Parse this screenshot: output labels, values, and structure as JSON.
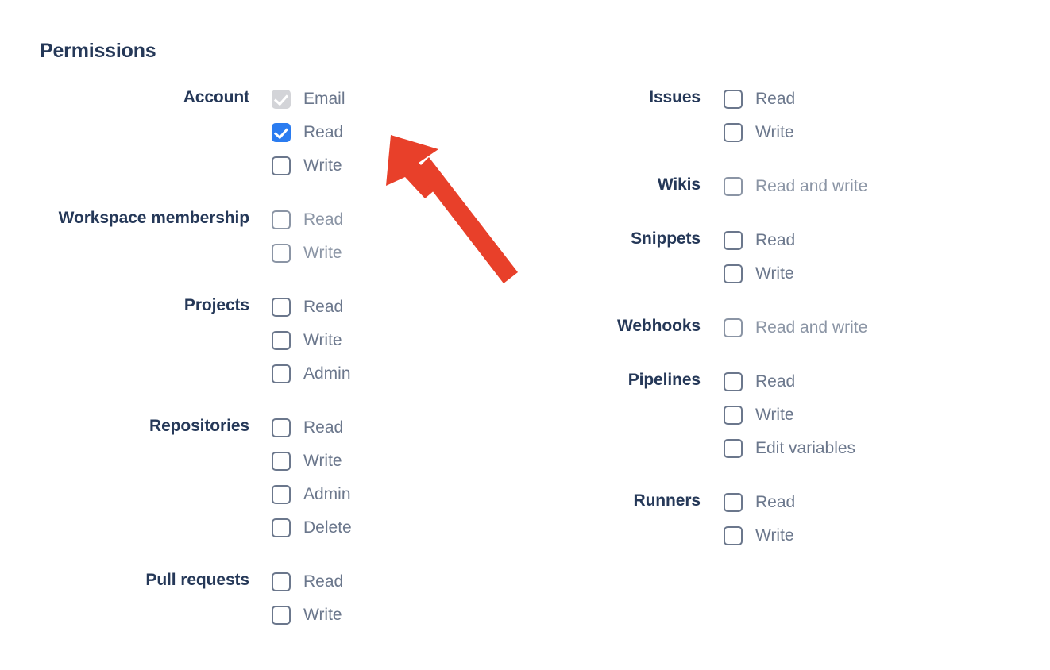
{
  "page": {
    "title": "Permissions"
  },
  "annotation": {
    "arrow_color": "#e8402a",
    "arrow_name": "red-pointer-arrow",
    "points_to": "Account Read checkbox"
  },
  "colors": {
    "heading": "#253858",
    "group_label": "#253858",
    "option_label": "#6b778c",
    "option_label_muted": "#8b95a5",
    "checkbox_border": "#6b778c",
    "checkbox_checked": "#2b7cf0",
    "checkbox_disabled": "#d3d4d8",
    "background": "#ffffff",
    "arrow": "#e8402a"
  },
  "left_column": [
    {
      "label": "Account",
      "options": [
        {
          "label": "Email",
          "state": "disabled-checked",
          "muted": false
        },
        {
          "label": "Read",
          "state": "checked",
          "muted": false
        },
        {
          "label": "Write",
          "state": "unchecked",
          "muted": false
        }
      ]
    },
    {
      "label": "Workspace membership",
      "options": [
        {
          "label": "Read",
          "state": "unchecked",
          "muted": true
        },
        {
          "label": "Write",
          "state": "unchecked",
          "muted": true
        }
      ]
    },
    {
      "label": "Projects",
      "options": [
        {
          "label": "Read",
          "state": "unchecked",
          "muted": false
        },
        {
          "label": "Write",
          "state": "unchecked",
          "muted": false
        },
        {
          "label": "Admin",
          "state": "unchecked",
          "muted": false
        }
      ]
    },
    {
      "label": "Repositories",
      "options": [
        {
          "label": "Read",
          "state": "unchecked",
          "muted": false
        },
        {
          "label": "Write",
          "state": "unchecked",
          "muted": false
        },
        {
          "label": "Admin",
          "state": "unchecked",
          "muted": false
        },
        {
          "label": "Delete",
          "state": "unchecked",
          "muted": false
        }
      ]
    },
    {
      "label": "Pull requests",
      "options": [
        {
          "label": "Read",
          "state": "unchecked",
          "muted": false
        },
        {
          "label": "Write",
          "state": "unchecked",
          "muted": false
        }
      ]
    }
  ],
  "right_column": [
    {
      "label": "Issues",
      "options": [
        {
          "label": "Read",
          "state": "unchecked",
          "muted": false
        },
        {
          "label": "Write",
          "state": "unchecked",
          "muted": false
        }
      ]
    },
    {
      "label": "Wikis",
      "options": [
        {
          "label": "Read and write",
          "state": "unchecked",
          "muted": true
        }
      ]
    },
    {
      "label": "Snippets",
      "options": [
        {
          "label": "Read",
          "state": "unchecked",
          "muted": false
        },
        {
          "label": "Write",
          "state": "unchecked",
          "muted": false
        }
      ]
    },
    {
      "label": "Webhooks",
      "options": [
        {
          "label": "Read and write",
          "state": "unchecked",
          "muted": true
        }
      ]
    },
    {
      "label": "Pipelines",
      "options": [
        {
          "label": "Read",
          "state": "unchecked",
          "muted": false
        },
        {
          "label": "Write",
          "state": "unchecked",
          "muted": false
        },
        {
          "label": "Edit variables",
          "state": "unchecked",
          "muted": false
        }
      ]
    },
    {
      "label": "Runners",
      "options": [
        {
          "label": "Read",
          "state": "unchecked",
          "muted": false
        },
        {
          "label": "Write",
          "state": "unchecked",
          "muted": false
        }
      ]
    }
  ]
}
